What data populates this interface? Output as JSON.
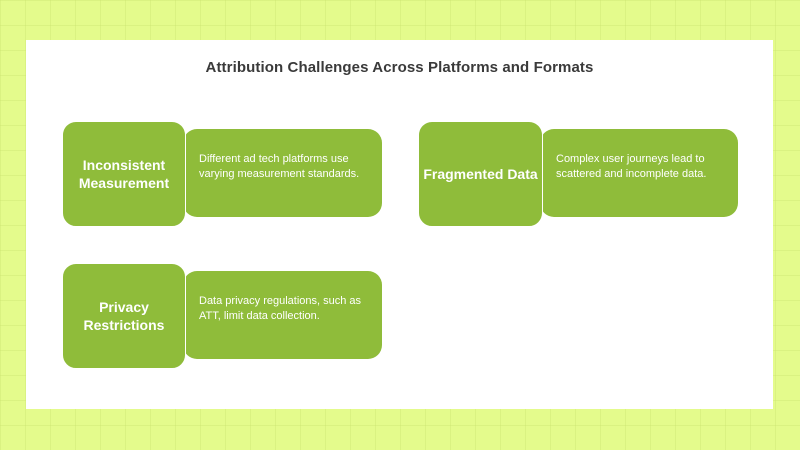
{
  "diagram": {
    "title": "Attribution Challenges Across Platforms and Formats",
    "colors": {
      "background": "#e4fb8c",
      "card": "#ffffff",
      "box_fill": "#8fbc3a",
      "box_text": "#ffffff",
      "title_text": "#3a3a3a"
    },
    "items": [
      {
        "label": "Inconsistent Measurement",
        "description": "Different ad tech platforms use varying measurement standards."
      },
      {
        "label": "Fragmented Data",
        "description": "Complex user journeys lead to scattered and incomplete data."
      },
      {
        "label": "Privacy Restrictions",
        "description": "Data privacy regulations, such as ATT, limit data collection."
      }
    ]
  }
}
